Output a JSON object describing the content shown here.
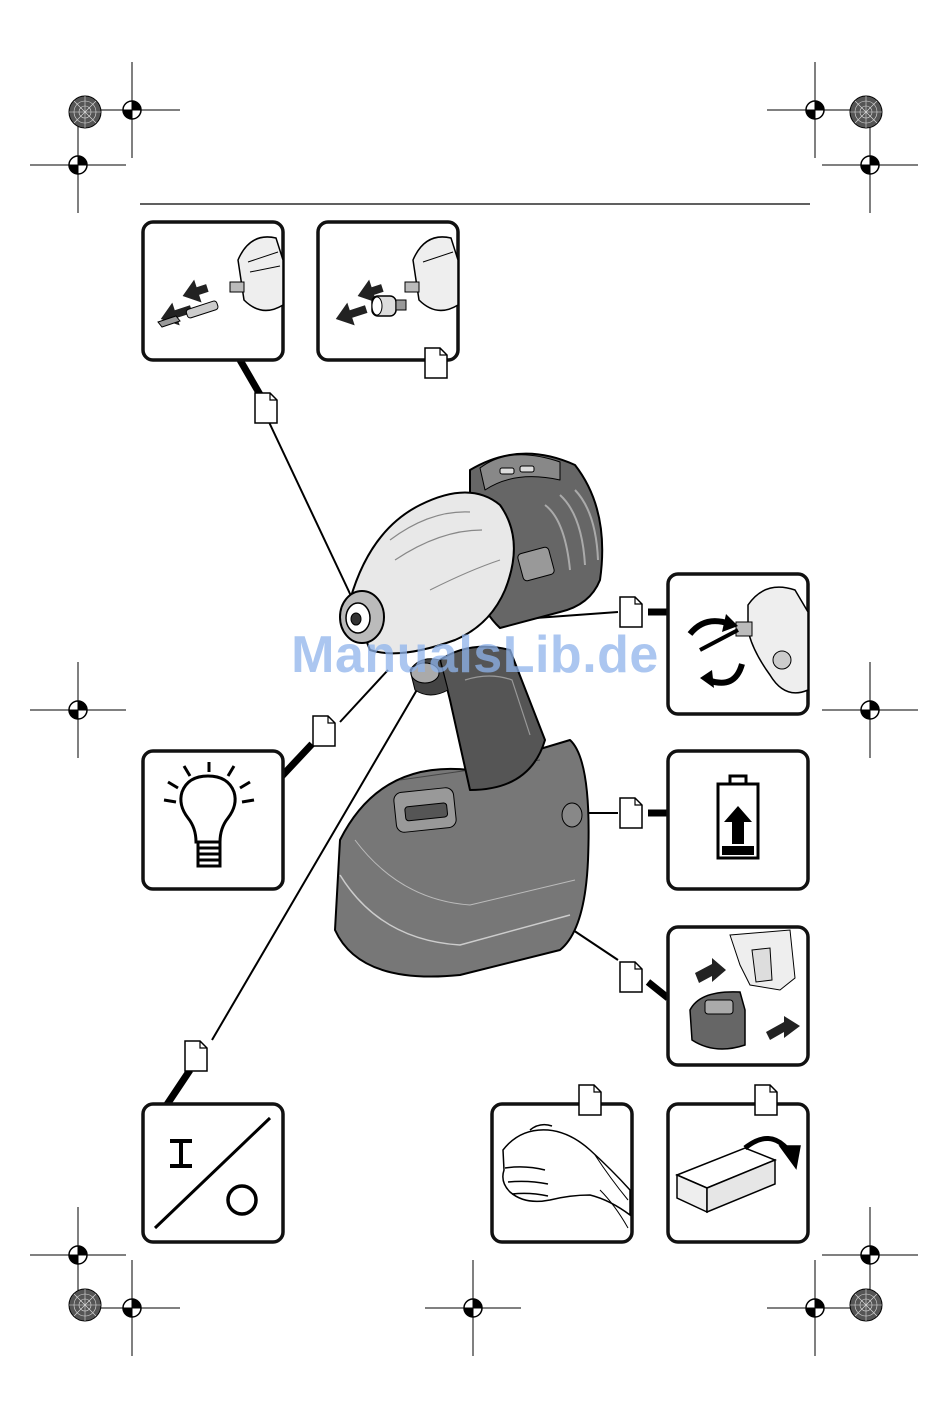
{
  "watermark": {
    "text": "ManualsLib.de",
    "color": "#8fb4ec"
  },
  "colors": {
    "ink": "#1a1a1a",
    "panel_border": "#111111",
    "tool_dark": "#6e6e6e",
    "tool_light": "#d9d9d9"
  },
  "panels": [
    {
      "id": "bit-insert",
      "icon": "bit-insert-icon"
    },
    {
      "id": "socket-insert",
      "icon": "socket-insert-icon"
    },
    {
      "id": "rotation-direction",
      "icon": "rotation-arrows-icon"
    },
    {
      "id": "work-light",
      "icon": "light-bulb-icon"
    },
    {
      "id": "battery-charge",
      "icon": "battery-charge-icon"
    },
    {
      "id": "battery-removal",
      "icon": "battery-removal-icon"
    },
    {
      "id": "on-off-switch",
      "icon": "on-off-symbol-icon"
    },
    {
      "id": "hand-grip",
      "icon": "hand-icon"
    },
    {
      "id": "packaging",
      "icon": "open-box-icon"
    }
  ],
  "symbols": {
    "on": "I",
    "off": "O"
  }
}
